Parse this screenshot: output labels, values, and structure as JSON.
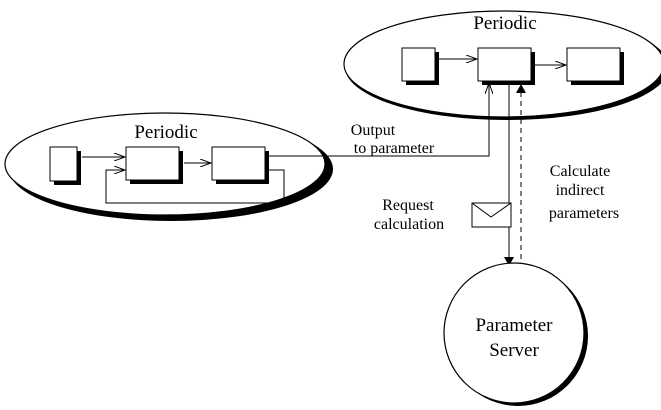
{
  "labels": {
    "periodic_left": "Periodic",
    "periodic_top": "Periodic",
    "output_line1": "Output",
    "output_line2": "to parameter",
    "request_line1": "Request",
    "request_line2": "calculation",
    "calc_line1": "Calculate",
    "calc_line2": "indirect",
    "calc_line3": "parameters",
    "server_line1": "Parameter",
    "server_line2": "Server"
  },
  "colors": {
    "stroke": "#000000",
    "fill": "#ffffff",
    "shadow": "#000000"
  },
  "icons": {
    "request": "envelope-icon"
  }
}
